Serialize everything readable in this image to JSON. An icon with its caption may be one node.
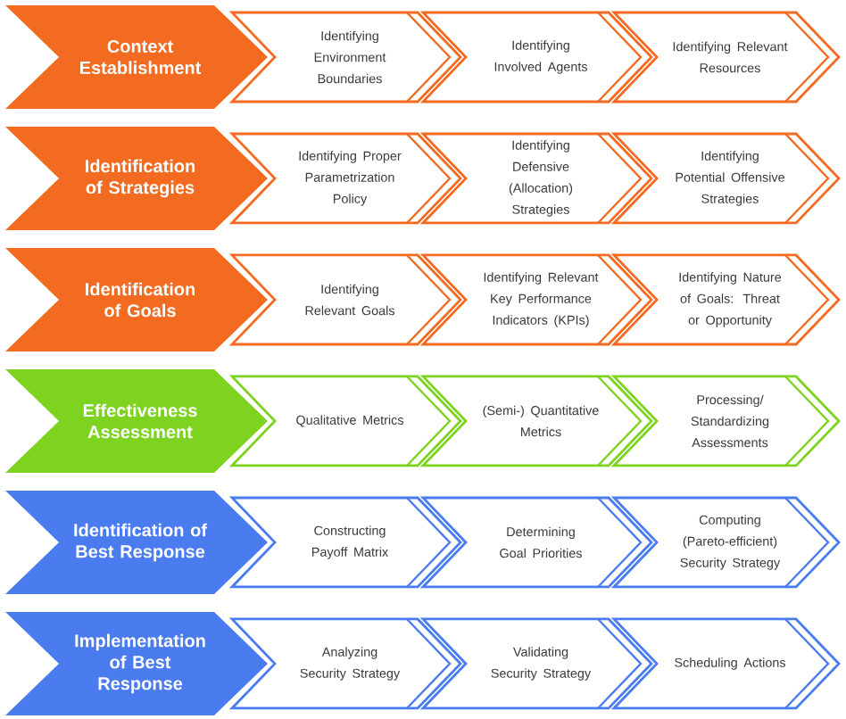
{
  "diagram": {
    "nodes": [
      {
        "text": [
          "Context Establishment"
        ]
      },
      {
        "text": [
          "Identifying Environment Boundaries"
        ]
      },
      {
        "text": [
          "Identifying Involved Agents"
        ]
      },
      {
        "text": [
          "Identifying Relevant Resources"
        ]
      },
      {
        "text": [
          "Identification of Strategies"
        ]
      },
      {
        "text": [
          "Identifying Proper Parametrization Policy"
        ]
      },
      {
        "text": [
          "Identifying Defensive (Allocation) Strategies"
        ]
      },
      {
        "text": [
          "Identifying Potential Offensive Strategies"
        ]
      },
      {
        "text": [
          "Identification of Goals"
        ]
      },
      {
        "text": [
          "Identifying Relevant Goals"
        ]
      },
      {
        "text": [
          "Identifying Relevant Key Performance Indicators (KPIs)"
        ]
      },
      {
        "text": [
          "Identifying Nature of Goals: Threat or Opportunity"
        ]
      },
      {
        "text": [
          "Effectiveness Assessment"
        ]
      },
      {
        "text": [
          "Qualitative Metrics"
        ]
      },
      {
        "text": [
          "(Semi-) Quantitative Metrics"
        ]
      },
      {
        "text": [
          "Processing/ Standardizing Assessments"
        ]
      },
      {
        "text": [
          "Identification of Best Response"
        ]
      },
      {
        "text": [
          "Constructing Payoff Matrix"
        ]
      },
      {
        "text": [
          "Determining Goal Priorities"
        ]
      },
      {
        "text": [
          "Computing (Pareto-efficient) Security Strategy"
        ]
      },
      {
        "text": [
          "Implementation of Best Response"
        ]
      },
      {
        "text": [
          "Analyzing Security Strategy"
        ]
      },
      {
        "text": [
          "Validating Security Strategy"
        ]
      },
      {
        "text": [
          "Scheduling Actions"
        ]
      }
    ]
  }
}
